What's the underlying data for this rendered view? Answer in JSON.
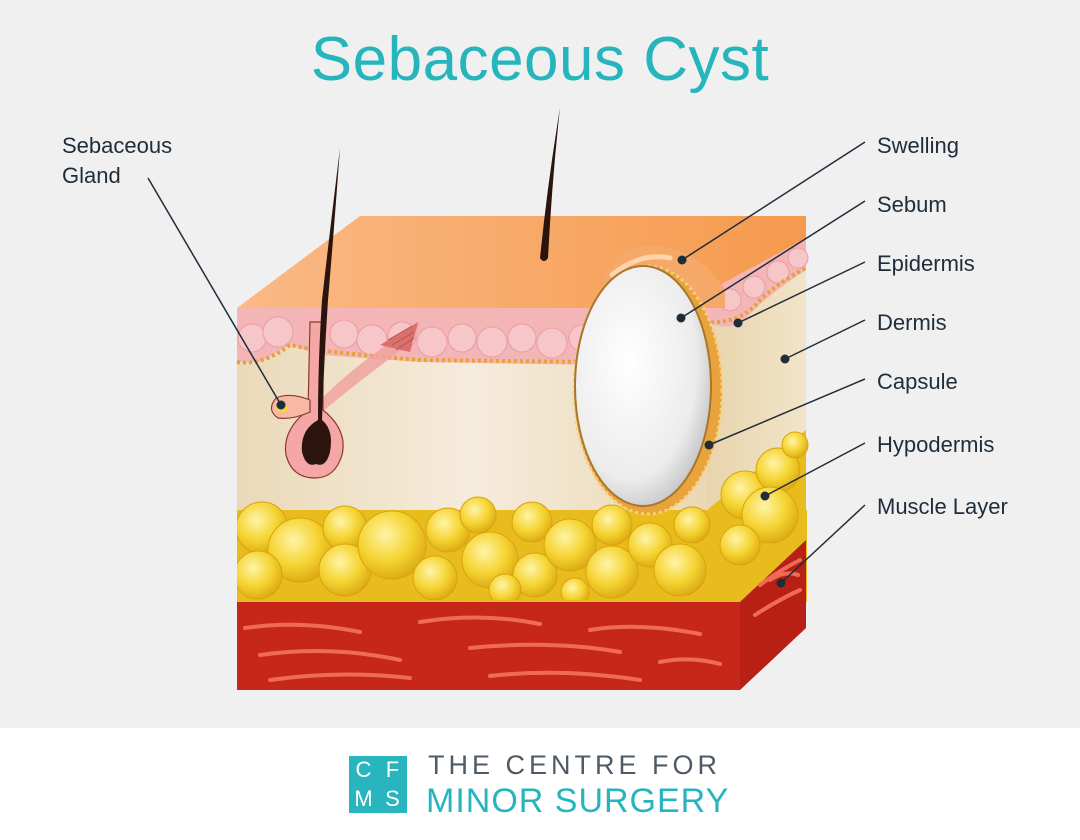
{
  "diagram": {
    "title": "Sebaceous Cyst",
    "labels": {
      "sebaceous_gland_line1": "Sebaceous",
      "sebaceous_gland_line2": "Gland",
      "swelling": "Swelling",
      "sebum": "Sebum",
      "epidermis": "Epidermis",
      "dermis": "Dermis",
      "capsule": "Capsule",
      "hypodermis": "Hypodermis",
      "muscle_layer": "Muscle Layer"
    }
  },
  "footer": {
    "logo_letters": [
      "C",
      "F",
      "M",
      "S"
    ],
    "brand_line1": "THE CENTRE FOR",
    "brand_line2": "MINOR SURGERY"
  },
  "colors": {
    "title": "#26b5bd",
    "skin_top": "#f8a866",
    "epidermis": "#f4b5b7",
    "dermis": "#ecdcbf",
    "fat": "#f2d12a",
    "muscle": "#c7251a",
    "label_text": "#1f2d3a",
    "brand_teal": "#29b5bd"
  }
}
